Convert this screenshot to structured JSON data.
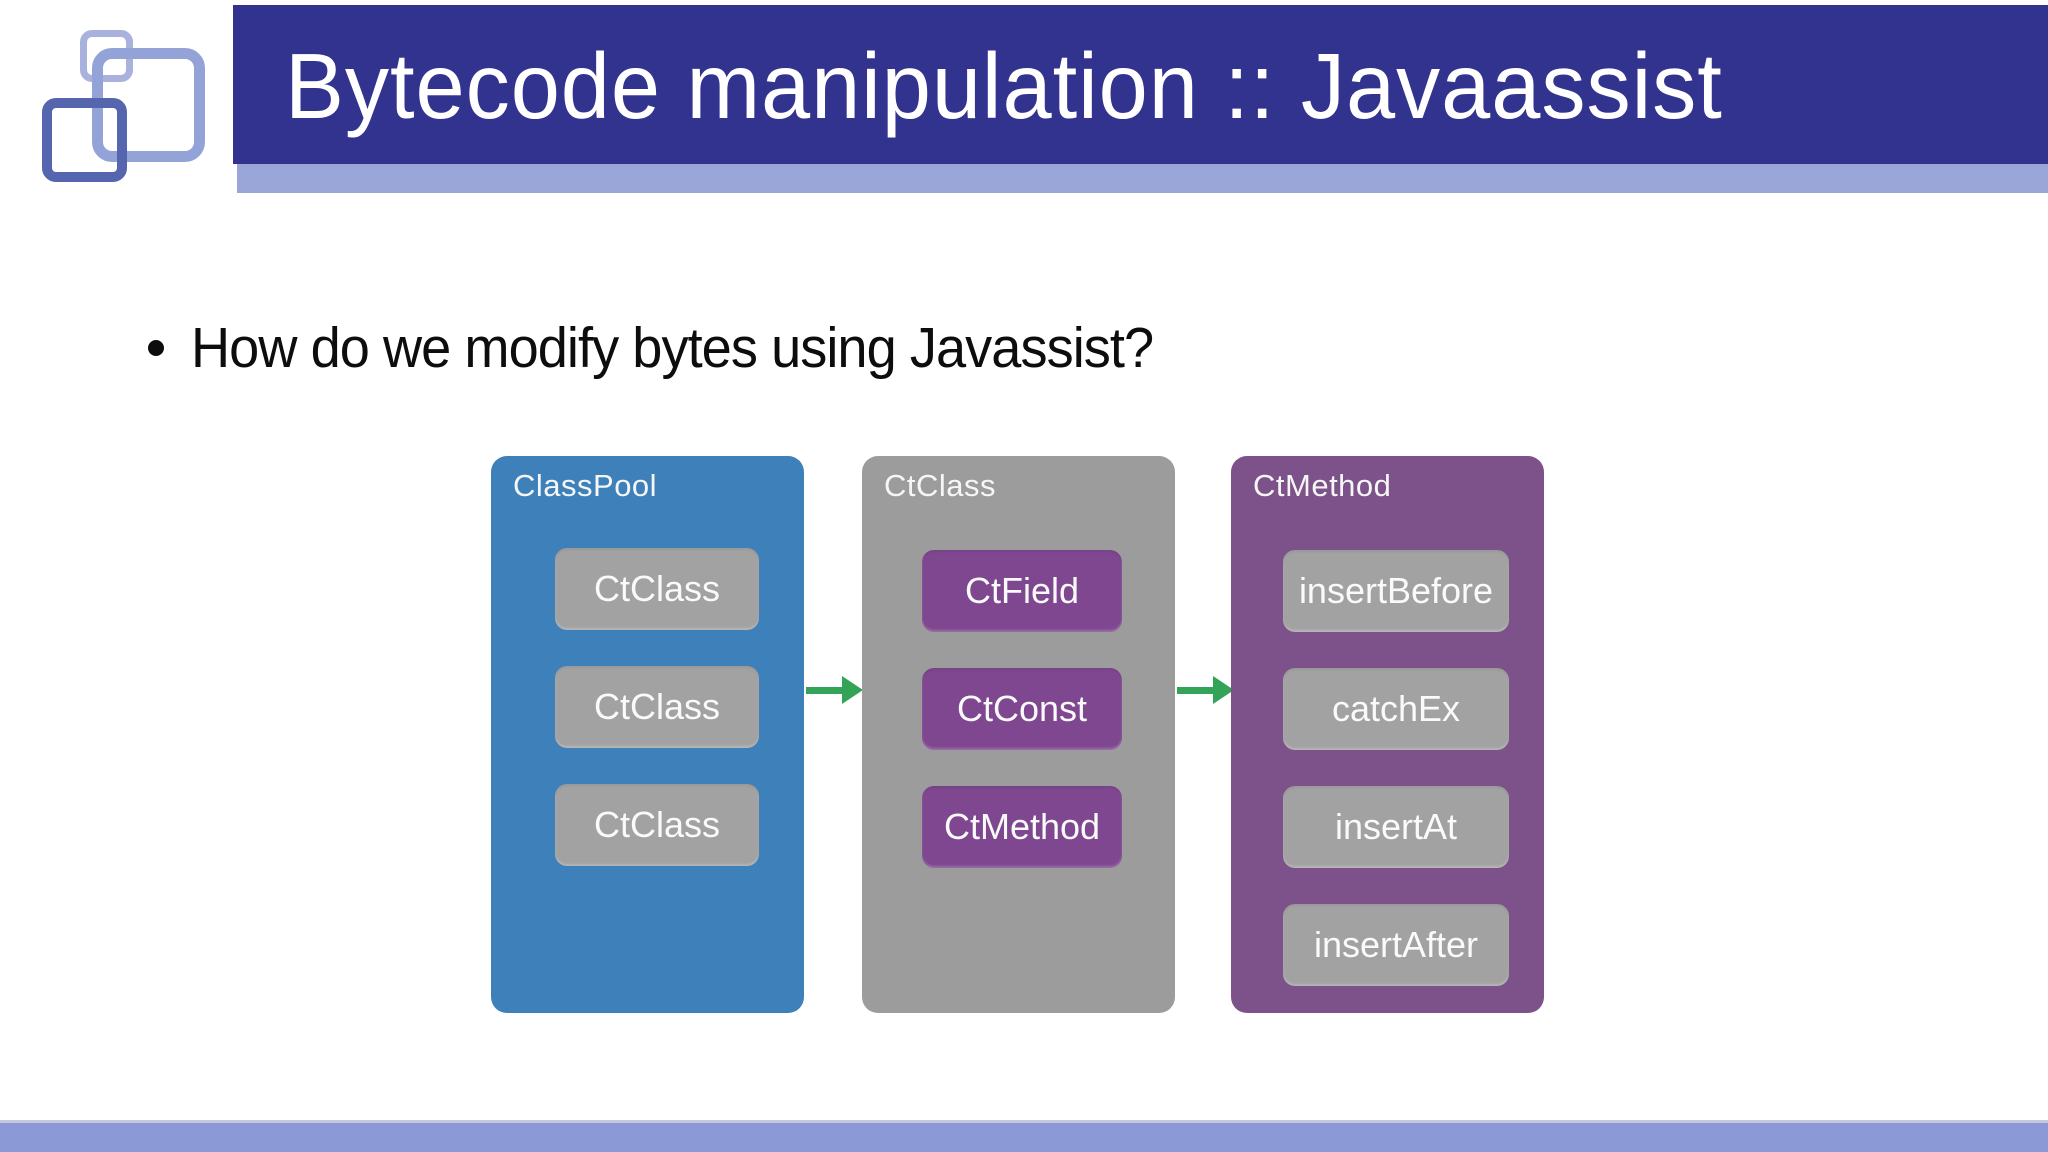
{
  "slide": {
    "title": "Bytecode manipulation :: Javaassist",
    "bullet_text": "How do we modify bytes using Javassist?"
  },
  "diagram": {
    "columns": [
      {
        "label": "ClassPool",
        "children": [
          "CtClass",
          "CtClass",
          "CtClass"
        ]
      },
      {
        "label": "CtClass",
        "children": [
          "CtField",
          "CtConst",
          "CtMethod"
        ]
      },
      {
        "label": "CtMethod",
        "children": [
          "insertBefore",
          "catchEx",
          "insertAt",
          "insertAfter"
        ]
      }
    ],
    "arrow_count": 2
  },
  "colors": {
    "header_bar": "#31338e",
    "header_strip": "#9aa5d8",
    "footer_bar": "#8b99d6",
    "classpool_blue": "#3d80ba",
    "ctclass_gray": "#9c9c9c",
    "ctmethod_purple": "#7d5189",
    "inner_gray": "#a2a2a2",
    "inner_purple": "#7e478f",
    "arrow_green": "#33a457",
    "logo_light": "#a9b2dc",
    "logo_medium": "#93a3d8",
    "logo_dark": "#5565ae"
  }
}
